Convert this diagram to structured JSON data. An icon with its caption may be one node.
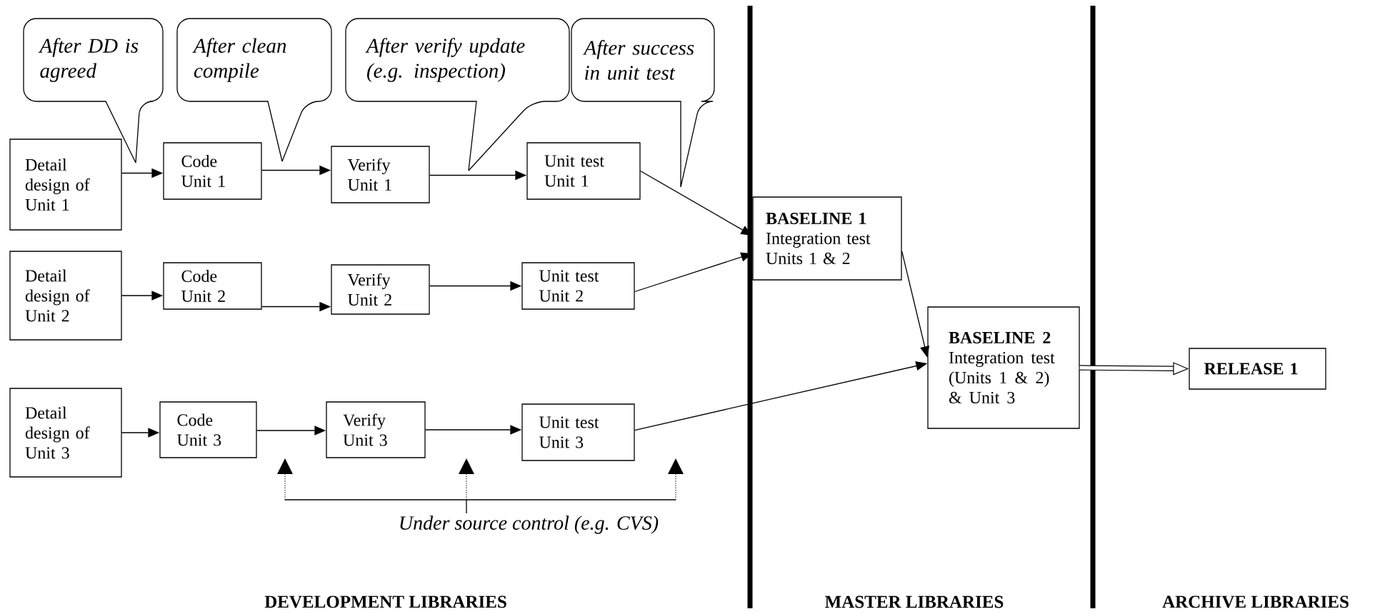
{
  "diagram": {
    "nodes": [
      {
        "text": [
          "After DD is agreed"
        ]
      },
      {
        "text": [
          "After clean compile"
        ]
      },
      {
        "text": [
          "After verify update (e.g. inspection)"
        ]
      },
      {
        "text": [
          "After success in unit test"
        ]
      },
      {
        "text": [
          "Detail design of Unit 1"
        ]
      },
      {
        "text": [
          "Code Unit 1"
        ]
      },
      {
        "text": [
          "Verify Unit 1"
        ]
      },
      {
        "text": [
          "Unit test Unit 1"
        ]
      },
      {
        "text": [
          "BASELINE 1",
          "Integration test Units 1 & 2"
        ]
      },
      {
        "text": [
          "Detail design of Unit 2"
        ]
      },
      {
        "text": [
          "Code Unit 2"
        ]
      },
      {
        "text": [
          "Verify Unit 2"
        ]
      },
      {
        "text": [
          "Unit test Unit 2"
        ]
      },
      {
        "text": [
          "BASELINE 2",
          "Integration test (Units 1 & 2) & Unit 3"
        ]
      },
      {
        "text": [
          "RELEASE 1"
        ]
      },
      {
        "text": [
          "Detail design of Unit 3"
        ]
      },
      {
        "text": [
          "Code Unit 3"
        ]
      },
      {
        "text": [
          "Verify Unit 3"
        ]
      },
      {
        "text": [
          "Unit test Unit 3"
        ]
      }
    ],
    "edges": [
      {
        "from": 4,
        "to": 5,
        "arrow": "to"
      },
      {
        "from": 5,
        "to": 6,
        "arrow": "to"
      },
      {
        "from": 6,
        "to": 7,
        "arrow": "to"
      },
      {
        "from": 7,
        "to": 8,
        "arrow": "to"
      },
      {
        "from": 9,
        "to": 10,
        "arrow": "to"
      },
      {
        "from": 10,
        "to": 11,
        "arrow": "to"
      },
      {
        "from": 11,
        "to": 12,
        "arrow": "to"
      },
      {
        "from": 12,
        "to": 8,
        "arrow": "to"
      },
      {
        "from": 8,
        "to": 13,
        "arrow": "to"
      },
      {
        "from": 15,
        "to": 16,
        "arrow": "to"
      },
      {
        "from": 16,
        "to": 17,
        "arrow": "to"
      },
      {
        "from": 17,
        "to": 18,
        "arrow": "to"
      },
      {
        "from": 18,
        "to": 13,
        "arrow": "to"
      },
      {
        "from": 13,
        "to": 14,
        "arrow": "to",
        "style": "thick"
      }
    ],
    "labels": [
      "Under source control (e.g. CVS)",
      "DEVELOPMENT LIBRARIES",
      "MASTER LIBRARIES",
      "ARCHIVE LIBRARIES"
    ]
  }
}
